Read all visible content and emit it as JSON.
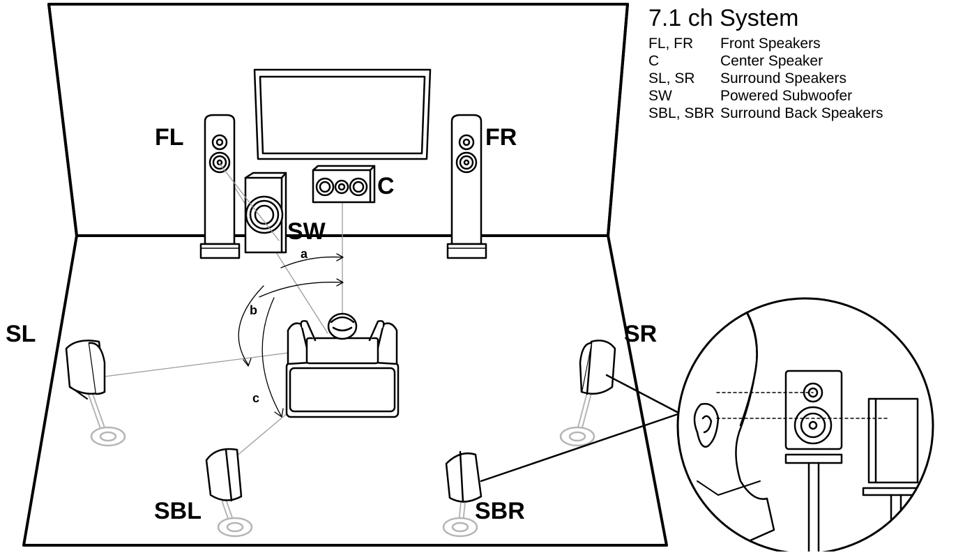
{
  "legend": {
    "title": "7.1 ch System",
    "rows": [
      {
        "abbr": "FL, FR",
        "desc": "Front Speakers"
      },
      {
        "abbr": "C",
        "desc": "Center Speaker"
      },
      {
        "abbr": "SL, SR",
        "desc": "Surround Speakers"
      },
      {
        "abbr": "SW",
        "desc": "Powered Subwoofer"
      },
      {
        "abbr": "SBL, SBR",
        "desc": "Surround Back Speakers"
      }
    ]
  },
  "labels": {
    "fl": "FL",
    "fr": "FR",
    "c": "C",
    "sw": "SW",
    "sl": "SL",
    "sr": "SR",
    "sbl": "SBL",
    "sbr": "SBR"
  },
  "angles": {
    "a": "a",
    "b": "b",
    "c": "c"
  },
  "colors": {
    "line": "#000000",
    "guide": "#9a9a9a",
    "faded": "#b5b5b5"
  }
}
